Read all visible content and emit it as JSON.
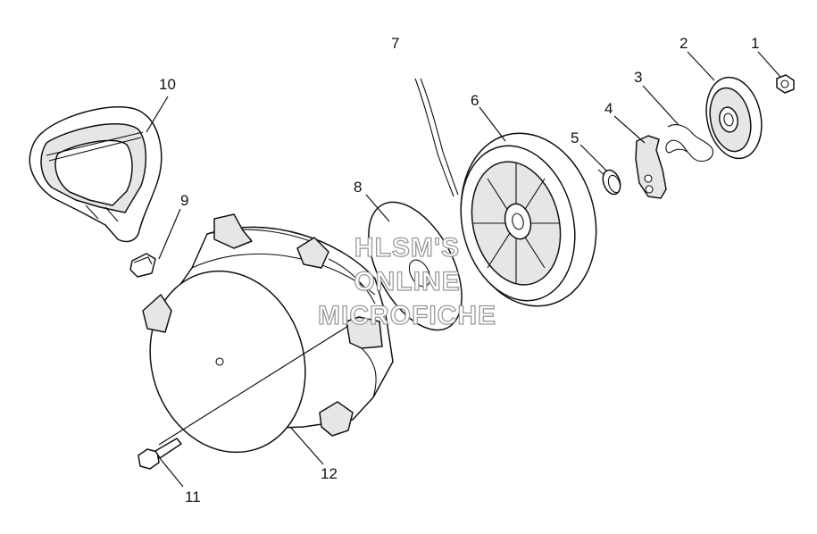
{
  "callouts": {
    "c1": "1",
    "c2": "2",
    "c3": "3",
    "c4": "4",
    "c5": "5",
    "c6": "6",
    "c7": "7",
    "c8": "8",
    "c9": "9",
    "c10": "10",
    "c11": "11",
    "c12": "12"
  },
  "watermark": {
    "line1": "HLSM'S",
    "line2": "ONLINE",
    "line3": "MICROFICHE"
  },
  "colors": {
    "line": "#111111",
    "watermark_outline": "#9a9a9a",
    "shade": "#e6e6e6"
  }
}
